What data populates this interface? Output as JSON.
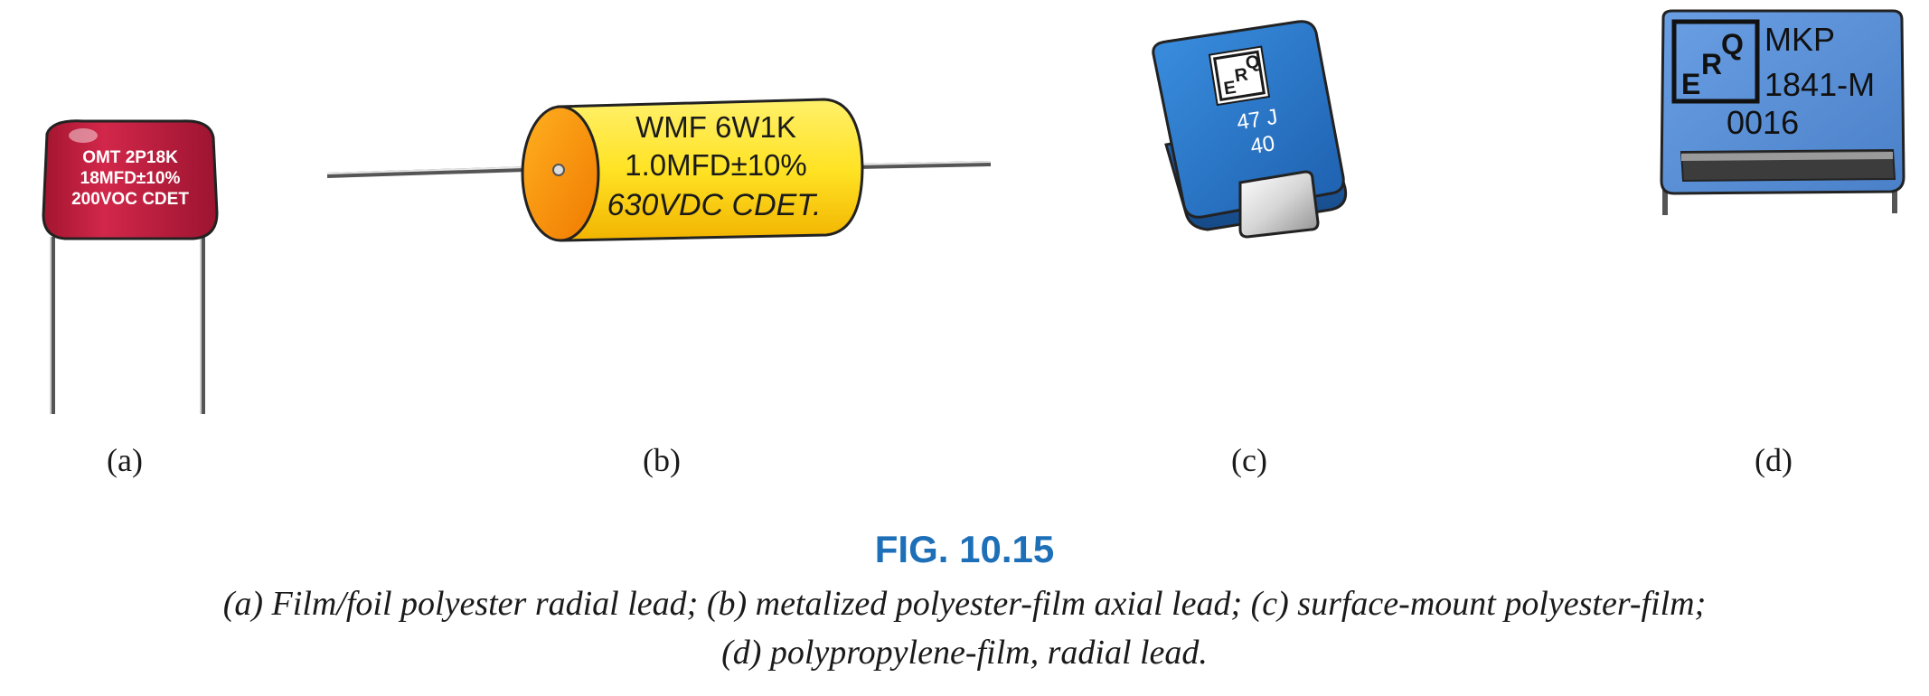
{
  "figure": {
    "title": "FIG. 10.15",
    "caption_line1": "(a) Film/foil polyester radial lead; (b) metalized polyester-film axial lead; (c) surface-mount polyester-film;",
    "caption_line2": "(d) polypropylene-film, radial lead."
  },
  "panels": {
    "a": {
      "label": "(a)",
      "text1": "OMT 2P18K",
      "text2": "18MFD±10%",
      "text3": "200VOC CDET",
      "color": "#c21f3a"
    },
    "b": {
      "label": "(b)",
      "text1": "WMF 6W1K",
      "text2": "1.0MFD±10%",
      "text3": "630VDC CDET.",
      "color": "#ffe23a"
    },
    "c": {
      "label": "(c)",
      "logo": "ERQ",
      "text1": "47 J",
      "text2": "40",
      "color": "#2a78c8"
    },
    "d": {
      "label": "(d)",
      "logo": "ERQ",
      "text1": "MKP",
      "text2": "1841-M",
      "text3": "0016",
      "color": "#5a8fd6"
    }
  }
}
